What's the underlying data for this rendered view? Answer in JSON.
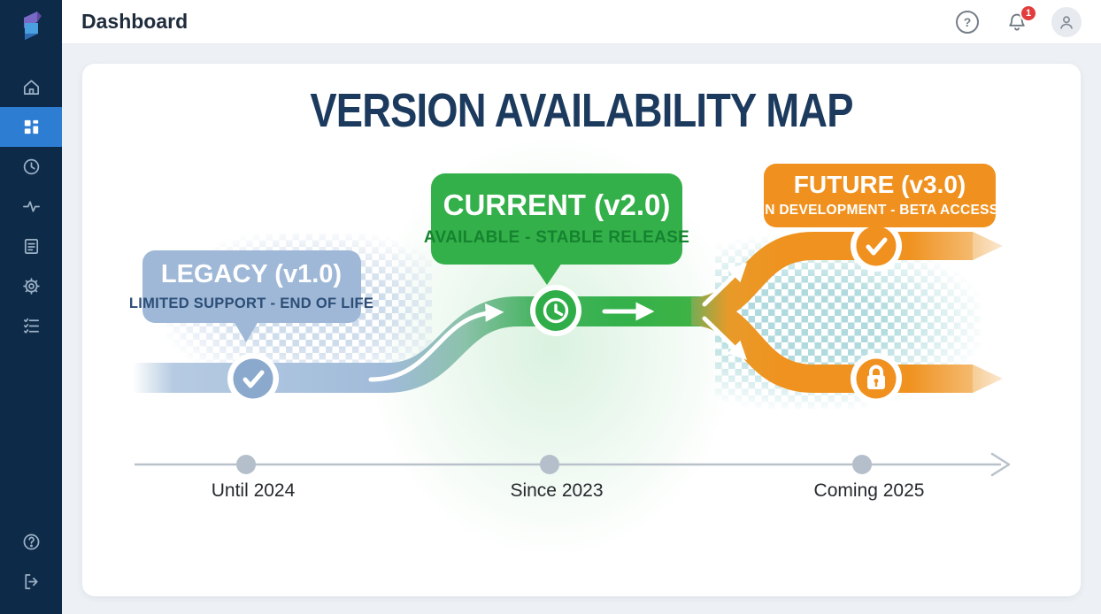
{
  "header": {
    "title": "Dashboard",
    "help_glyph": "?",
    "notification_count": "1"
  },
  "sidebar": {
    "items": [
      {
        "icon": "home",
        "active": false
      },
      {
        "icon": "dashboard",
        "active": true
      },
      {
        "icon": "history",
        "active": false
      },
      {
        "icon": "activity",
        "active": false
      },
      {
        "icon": "reports",
        "active": false
      },
      {
        "icon": "settings",
        "active": false
      },
      {
        "icon": "tasks",
        "active": false
      }
    ],
    "bottom_items": [
      {
        "icon": "help"
      },
      {
        "icon": "logout"
      }
    ],
    "help_glyph": "?"
  },
  "main": {
    "title": "VERSION AVAILABILITY MAP",
    "versions": [
      {
        "id": "legacy",
        "name": "LEGACY (v1.0)",
        "status": "LIMITED SUPPORT - END OF LIFE",
        "timeline": "Until 2024",
        "color": "#9fb8d7",
        "badge": "check"
      },
      {
        "id": "current",
        "name": "CURRENT (v2.0)",
        "status": "AVAILABLE - STABLE RELEASE",
        "timeline": "Since 2023",
        "color": "#34b04a",
        "badge": "clock"
      },
      {
        "id": "future",
        "name": "FUTURE (v3.0)",
        "status": "IN DEVELOPMENT - BETA ACCESS",
        "timeline": "Coming 2025",
        "color": "#f0911f",
        "badges": [
          "check",
          "lock"
        ]
      }
    ],
    "timeline": {
      "labels": [
        "Until 2024",
        "Since 2023",
        "Coming 2025"
      ]
    },
    "colors": {
      "legacy_blue": "#9fb8d7",
      "current_green": "#34b04a",
      "future_orange": "#f0911f",
      "active_nav_blue": "#2d7ed3",
      "badge_red": "#e23c3c",
      "title_navy": "#1c3a5e"
    }
  }
}
